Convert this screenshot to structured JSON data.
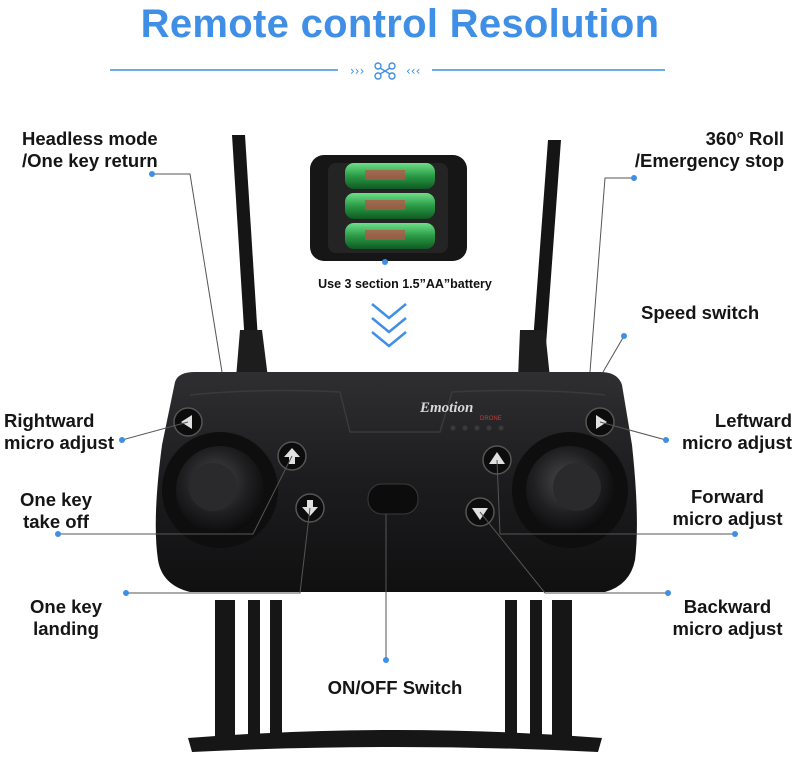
{
  "title": "Remote control Resolution",
  "battery_caption": "Use 3 section 1.5”AA”battery",
  "device_brand": "Emotion",
  "device_subbrand": "DRONE",
  "labels": {
    "headless": [
      "Headless mode",
      "/One key return"
    ],
    "roll": [
      "360° Roll",
      "/Emergency stop"
    ],
    "speed": [
      "Speed switch"
    ],
    "rightward": [
      "Rightward",
      "micro adjust"
    ],
    "leftward": [
      "Leftward",
      "micro adjust"
    ],
    "takeoff": [
      "One key",
      "take off"
    ],
    "forward": [
      "Forward",
      "micro adjust"
    ],
    "landing": [
      "One key",
      "landing"
    ],
    "backward": [
      "Backward",
      "micro adjust"
    ],
    "onoff": [
      "ON/OFF Switch"
    ]
  },
  "colors": {
    "accent": "#3f8fe6",
    "callout_dot": "#3f8fe6",
    "device": "#1b1b1d"
  }
}
